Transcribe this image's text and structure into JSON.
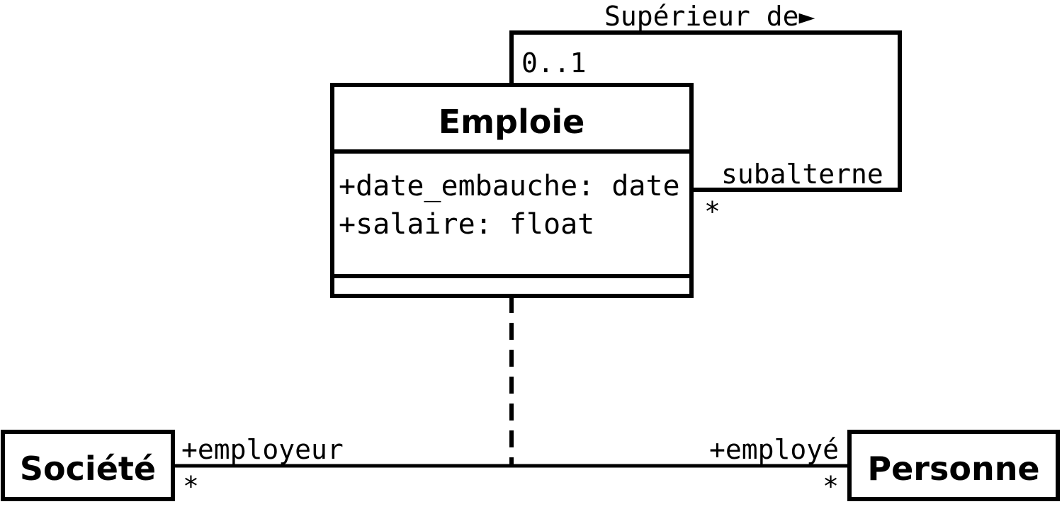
{
  "colors": {
    "stroke": "#000000",
    "fill": "#ffffff",
    "text": "#000000"
  },
  "association_class": {
    "name": "Emploie",
    "attributes": [
      "+date_embauche: date",
      "+salaire: float"
    ]
  },
  "classes": {
    "societe": {
      "name": "Société"
    },
    "personne": {
      "name": "Personne"
    }
  },
  "self_association": {
    "label": "Supérieur de►",
    "superior_multiplicity": "0..1",
    "subordinate_role": "subalterne",
    "subordinate_multiplicity": "*"
  },
  "main_association": {
    "left_role": "+employeur",
    "left_multiplicity": "*",
    "right_role": "+employé",
    "right_multiplicity": "*"
  }
}
